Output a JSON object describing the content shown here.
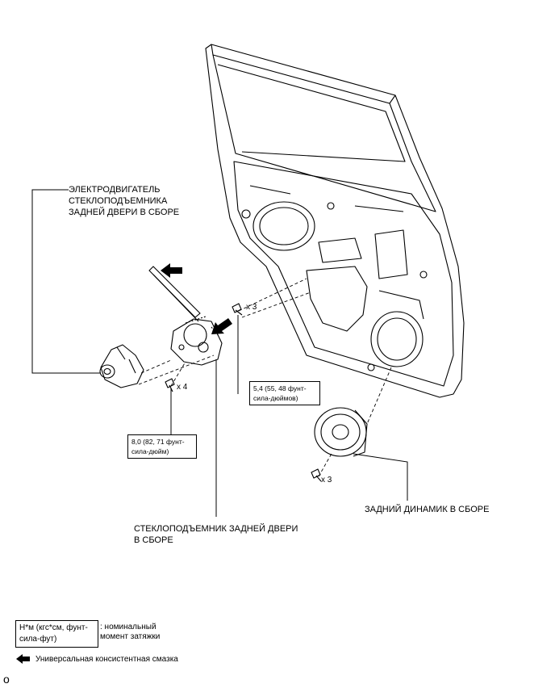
{
  "labels": {
    "motor": "ЭЛЕКТРОДВИГАТЕЛЬ\nСТЕКЛОПОДЪЕМНИКА\nЗАДНЕЙ ДВЕРИ В СБОРЕ",
    "regulator": "СТЕКЛОПОДЪЕМНИК ЗАДНЕЙ ДВЕРИ\nВ СБОРЕ",
    "speaker": "ЗАДНИЙ ДИНАМИК В СБОРЕ"
  },
  "torque": {
    "regulator_bolts": "8,0 (82, 71 фунт-\nсила-дюйм)",
    "regulator_upper": "5,4 (55, 48 фунт-\nсила-дюймов)"
  },
  "quantities": {
    "upper_bolts": "x 3",
    "lower_bolts": "x 4",
    "speaker_screws": "x 3"
  },
  "legend": {
    "torque_unit": "Н*м (кгс*см, фунт-\nсила-фут)",
    "torque_desc": ": номинальный\nмомент затяжки",
    "grease_desc": "Универсальная консистентная смазка"
  },
  "corner_mark": "o"
}
